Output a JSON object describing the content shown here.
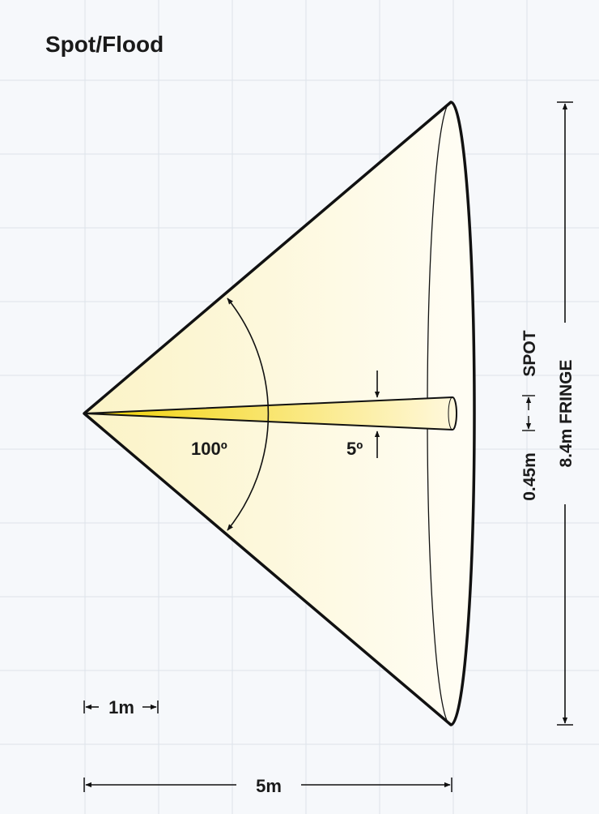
{
  "title": "Spot/Flood",
  "labels": {
    "flood_angle": "100º",
    "spot_angle": "5º",
    "scale_unit": "1m",
    "throw_distance": "5m",
    "spot_diameter": "0.45m",
    "spot_word": "SPOT",
    "fringe_diameter": "8.4m",
    "fringe_word": "FRINGE"
  },
  "colors": {
    "background": "#f6f8fb",
    "grid": "#dde2ea",
    "flood_fill_start": "#fbf3c6",
    "flood_fill_end": "#fffdf3",
    "spot_fill_start": "#f2d200",
    "spot_fill_end": "#fff8dc",
    "outline": "#111111"
  }
}
